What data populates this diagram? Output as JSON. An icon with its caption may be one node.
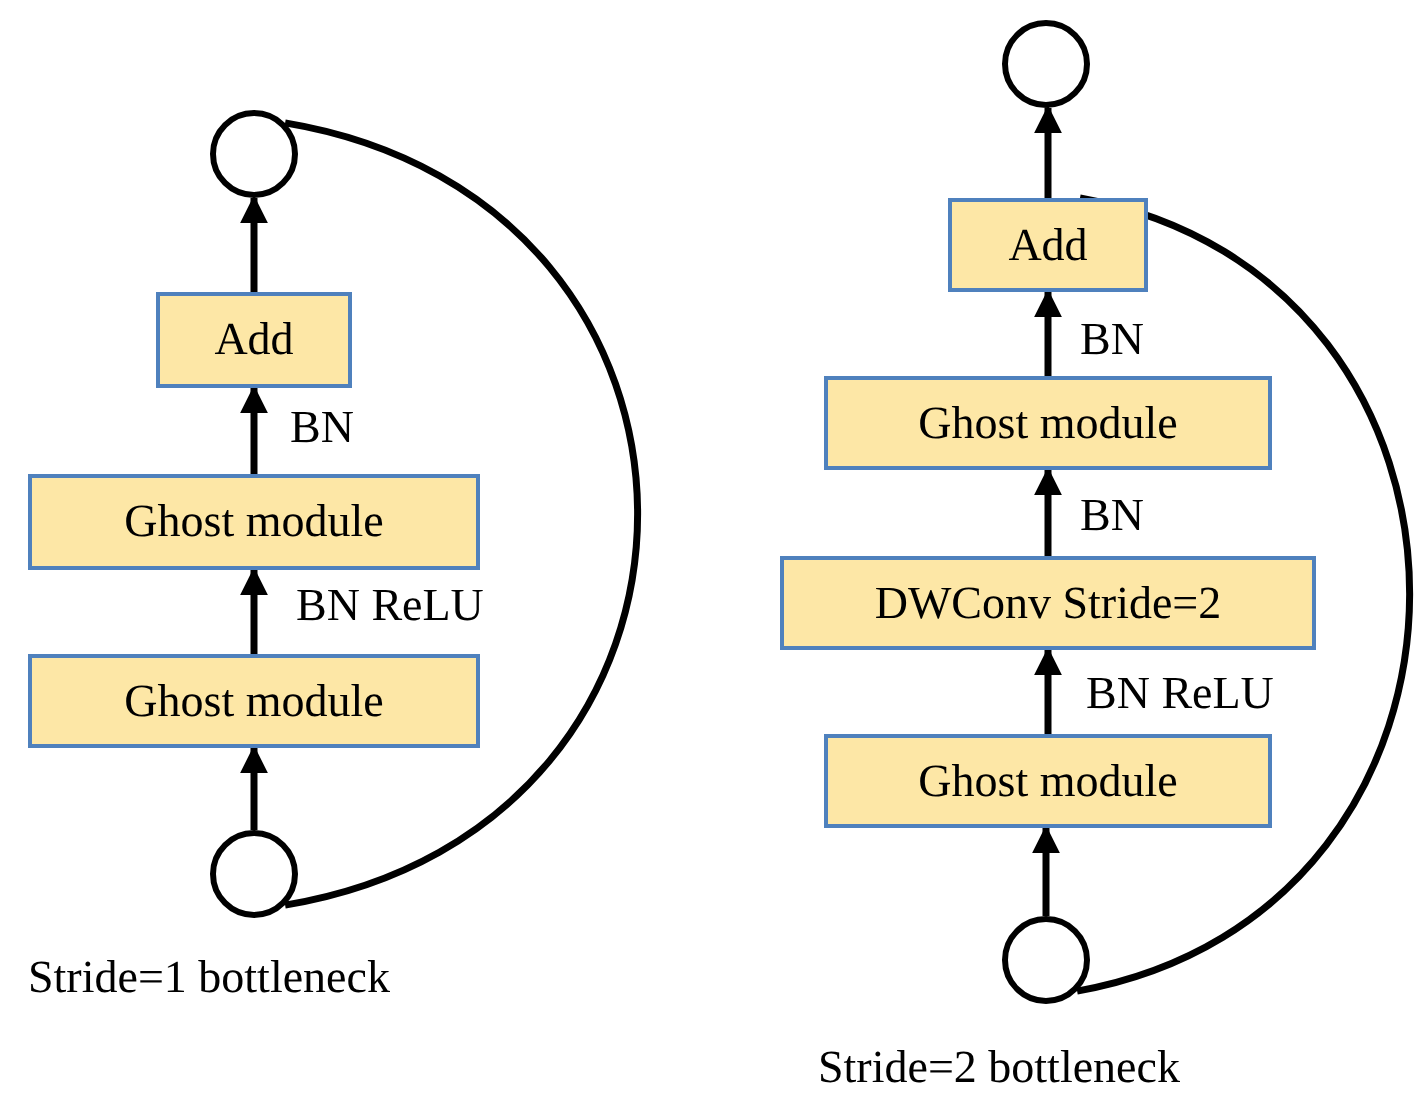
{
  "diagram": {
    "nodes": [
      {
        "text": [],
        "shape": "circle"
      },
      {
        "text": [
          "Add"
        ]
      },
      {
        "text": [
          "Ghost module"
        ]
      },
      {
        "text": [
          "Ghost module"
        ]
      },
      {
        "text": [],
        "shape": "circle"
      },
      {
        "text": [],
        "shape": "circle"
      },
      {
        "text": [
          "Add"
        ]
      },
      {
        "text": [
          "Ghost module"
        ]
      },
      {
        "text": [
          "DWConv Stride=2"
        ]
      },
      {
        "text": [
          "Ghost module"
        ]
      },
      {
        "text": [],
        "shape": "circle"
      }
    ],
    "edges": [
      {
        "from": 4,
        "to": 3,
        "arrow": "to"
      },
      {
        "from": 3,
        "to": 2,
        "arrow": "to",
        "label": "BN ReLU"
      },
      {
        "from": 2,
        "to": 1,
        "arrow": "to",
        "label": "BN"
      },
      {
        "from": 1,
        "to": 0,
        "arrow": "to"
      },
      {
        "from": 4,
        "to": 0,
        "arrow": "none"
      },
      {
        "from": 10,
        "to": 9,
        "arrow": "to"
      },
      {
        "from": 9,
        "to": 8,
        "arrow": "to",
        "label": "BN ReLU"
      },
      {
        "from": 8,
        "to": 7,
        "arrow": "to",
        "label": "BN"
      },
      {
        "from": 7,
        "to": 6,
        "arrow": "to",
        "label": "BN"
      },
      {
        "from": 6,
        "to": 5,
        "arrow": "to"
      },
      {
        "from": 10,
        "to": 6,
        "arrow": "none"
      }
    ],
    "labels": [
      "Stride=1 bottleneck",
      "Stride=2 bottleneck"
    ]
  }
}
